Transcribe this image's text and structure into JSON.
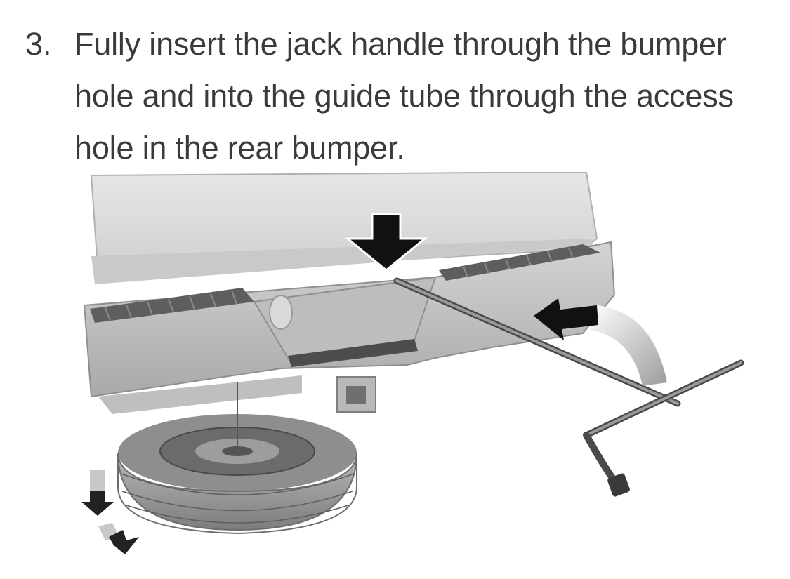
{
  "instruction": {
    "step_number": "3.",
    "text": "Fully insert the jack handle through the bumper hole and into the guide tube through the access hole in the rear bumper."
  },
  "illustration": {
    "subject": "rear-bumper-jack-handle",
    "colors": {
      "body": "#d7d7d7",
      "bumper": "#c6c6c6",
      "shadow": "#8a8a8a",
      "tire": "#9a9a9a",
      "arrow": "#111111"
    }
  }
}
